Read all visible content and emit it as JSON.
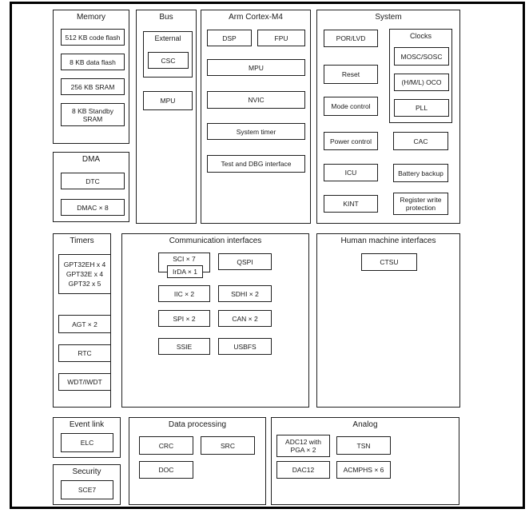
{
  "colors": {
    "outer_border": "#000000",
    "box_border": "#1f1f1f",
    "text": "#1a1a1a",
    "background": "#ffffff"
  },
  "blocks": {
    "memory": {
      "title": "Memory",
      "items": [
        "512 KB code flash",
        "8 KB data flash",
        "256 KB SRAM",
        "8 KB Standby\nSRAM"
      ]
    },
    "dma": {
      "title": "DMA",
      "items": [
        "DTC",
        "DMAC × 8"
      ]
    },
    "bus": {
      "title": "Bus",
      "external_label": "External",
      "csc": "CSC",
      "mpu": "MPU"
    },
    "cortex": {
      "title": "Arm Cortex-M4",
      "dsp": "DSP",
      "fpu": "FPU",
      "mpu": "MPU",
      "nvic": "NVIC",
      "system_timer": "System timer",
      "test_dbg": "Test and DBG interface"
    },
    "system": {
      "title": "System",
      "left": [
        "POR/LVD",
        "Reset",
        "Mode control",
        "Power control",
        "ICU",
        "KINT"
      ],
      "clocks": {
        "title": "Clocks",
        "items": [
          "MOSC/SOSC",
          "(H/M/L) OCO",
          "PLL"
        ]
      },
      "right": [
        "CAC",
        "Battery backup",
        "Register write\nprotection"
      ]
    },
    "timers": {
      "title": "Timers",
      "gpt_lines": [
        "GPT32EH x 4",
        "GPT32E x 4",
        "GPT32 x 5"
      ],
      "items": [
        "AGT × 2",
        "RTC",
        "WDT/IWDT"
      ]
    },
    "comm": {
      "title": "Communication interfaces",
      "sci": "SCI × 7",
      "irda": "IrDA × 1",
      "qspi": "QSPI",
      "iic": "IIC × 2",
      "sdhi": "SDHI × 2",
      "spi": "SPI × 2",
      "can": "CAN × 2",
      "ssie": "SSIE",
      "usbfs": "USBFS"
    },
    "hmi": {
      "title": "Human machine interfaces",
      "ctsu": "CTSU"
    },
    "event_link": {
      "title": "Event link",
      "elc": "ELC"
    },
    "security": {
      "title": "Security",
      "sce": "SCE7"
    },
    "data_processing": {
      "title": "Data processing",
      "crc": "CRC",
      "src": "SRC",
      "doc": "DOC"
    },
    "analog": {
      "title": "Analog",
      "adc": "ADC12 with\nPGA × 2",
      "tsn": "TSN",
      "dac": "DAC12",
      "acmphs": "ACMPHS × 6"
    }
  }
}
